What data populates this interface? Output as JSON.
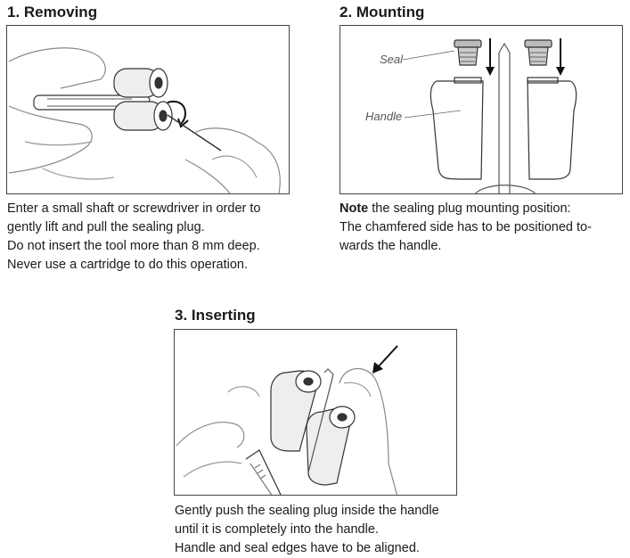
{
  "sections": [
    {
      "title": "1. Removing",
      "caption_lines": [
        "Enter a small shaft or screwdriver in order to",
        "gently lift and pull the sealing plug.",
        "Do not insert the tool more than 8 mm deep.",
        "Never use a cartridge to do this operation."
      ]
    },
    {
      "title": "2. Mounting",
      "labels": {
        "seal": "Seal",
        "handle": "Handle"
      },
      "caption_note_bold": "Note",
      "caption_note_rest": " the sealing plug mounting position:",
      "caption_lines": [
        "The chamfered side has to be positioned to-",
        "wards the handle."
      ]
    },
    {
      "title": "3. Inserting",
      "caption_lines": [
        "Gently push the sealing plug inside the handle",
        "until it is completely into the handle.",
        "Handle and seal edges have to be aligned."
      ]
    }
  ]
}
